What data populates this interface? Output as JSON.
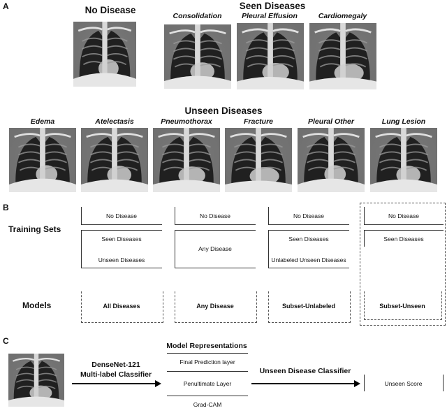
{
  "panel_a": {
    "label": "A",
    "no_disease_title": "No Disease",
    "seen_title": "Seen Diseases",
    "unseen_title": "Unseen Diseases",
    "seen": [
      "Consolidation",
      "Pleural Effusion",
      "Cardiomegaly"
    ],
    "unseen": [
      "Edema",
      "Atelectasis",
      "Pneumothorax",
      "Fracture",
      "Pleural Other",
      "Lung Lesion"
    ]
  },
  "panel_b": {
    "label": "B",
    "training_sets_label": "Training Sets",
    "models_label": "Models",
    "columns": [
      {
        "rows": [
          "No Disease",
          "Seen Diseases",
          "Unseen Diseases"
        ],
        "model": "All Diseases"
      },
      {
        "rows": [
          "No Disease",
          "Any Disease"
        ],
        "model": "Any Disease"
      },
      {
        "rows": [
          "No Disease",
          "Seen Diseases",
          "Unlabeled Unseen Diseases"
        ],
        "model": "Subset-Unlabeled"
      },
      {
        "rows": [
          "No Disease",
          "Seen Diseases"
        ],
        "model": "Subset-Unseen"
      }
    ]
  },
  "panel_c": {
    "label": "C",
    "classifier_line1": "DenseNet-121",
    "classifier_line2": "Multi-label Classifier",
    "representations_title": "Model Representations",
    "representations": [
      "Final Prediction layer",
      "Penultimate Layer",
      "Grad-CAM"
    ],
    "unseen_classifier": "Unseen Disease Classifier",
    "unseen_score": "Unseen Score"
  }
}
